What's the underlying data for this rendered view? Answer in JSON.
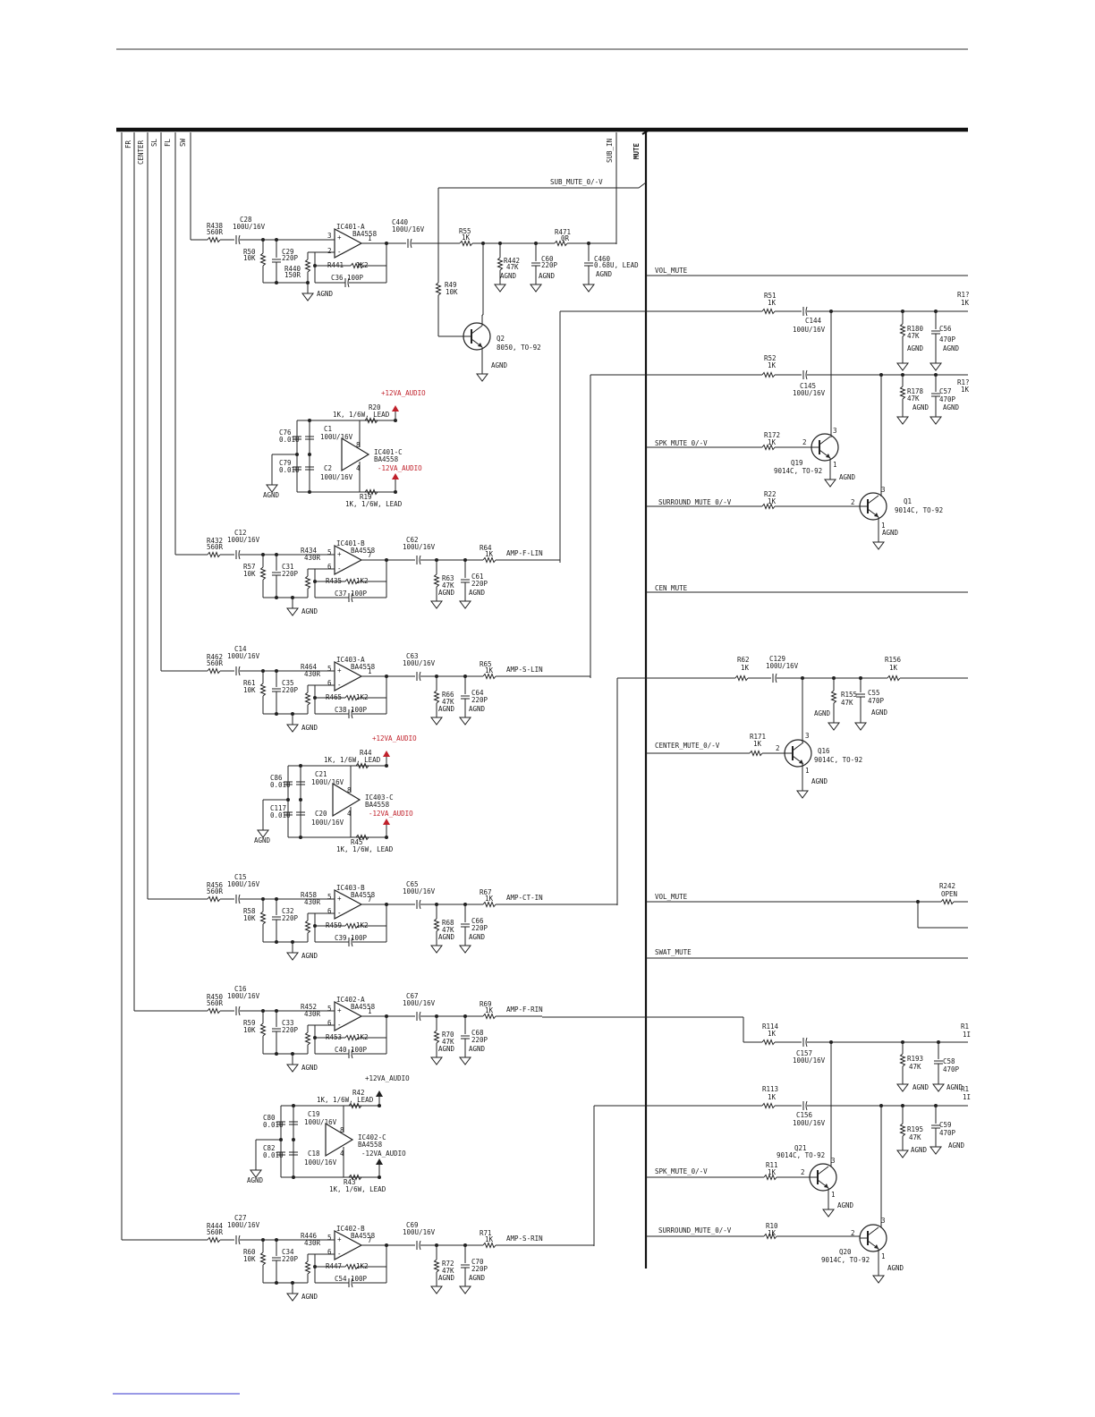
{
  "bus_lines": [
    "FR",
    "CENTER",
    "SL",
    "FL",
    "SW",
    "SUB_IN",
    "MUTE"
  ],
  "nets": {
    "sub_mute": "SUB_MUTE_0/-V",
    "vol_mute": "VOL_MUTE",
    "spk_mute": "SPK_MUTE_0/-V",
    "surround_mute": "SURROUND_MUTE_0/-V",
    "cen_mute": "CEN_MUTE",
    "center_mute": "CENTER_MUTE_0/-V",
    "swat_mute": "SWAT_MUTE",
    "amp_f_lin": "AMP-F-LIN",
    "amp_s_lin": "AMP-S-LIN",
    "amp_ct_in": "AMP-CT-IN",
    "amp_f_rin": "AMP-F-RIN",
    "amp_s_rin": "AMP-S-RIN",
    "agnd": "AGND",
    "vpos": "+12VA_AUDIO",
    "vneg": "-12VA_AUDIO"
  },
  "channels": [
    {
      "cin": "C28",
      "cinv": "100U/16V",
      "rin": "R438",
      "rinv": "560R",
      "rg": "R50",
      "rgv": "10K",
      "cg": "C29",
      "cgv": "220P",
      "ic": "IC401-A",
      "pin": "1",
      "fb": "R441",
      "fbv": "1K2",
      "cf": "C36",
      "cfv": "100P",
      "ri": "R440",
      "riv": "150R",
      "cout": "C440",
      "coutv": "100U/16V",
      "rd": "R442",
      "rdv": "47K",
      "cd": "C60",
      "cdv": "220P",
      "rs": "R55",
      "rsv": "1K",
      "out": ""
    },
    {
      "cin": "C12",
      "cinv": "100U/16V",
      "rin": "R432",
      "rinv": "560R",
      "rg": "R57",
      "rgv": "10K",
      "cg": "C31",
      "cgv": "220P",
      "ic": "IC401-B",
      "pin": "7",
      "fb": "R435",
      "fbv": "1K2",
      "cf": "C37",
      "cfv": "100P",
      "ri": "R434",
      "riv": "430R",
      "cout": "C62",
      "coutv": "100U/16V",
      "rd": "R63",
      "rdv": "47K",
      "cd": "C61",
      "cdv": "220P",
      "rs": "R64",
      "rsv": "1K",
      "out": "AMP-F-LIN"
    },
    {
      "cin": "C14",
      "cinv": "100U/16V",
      "rin": "R462",
      "rinv": "560R",
      "rg": "R61",
      "rgv": "10K",
      "cg": "C35",
      "cgv": "220P",
      "ic": "IC403-A",
      "pin": "1",
      "fb": "R465",
      "fbv": "1K2",
      "cf": "C38",
      "cfv": "100P",
      "ri": "R464",
      "riv": "430R",
      "cout": "C63",
      "coutv": "100U/16V",
      "rd": "R66",
      "rdv": "47K",
      "cd": "C64",
      "cdv": "220P",
      "rs": "R65",
      "rsv": "1K",
      "out": "AMP-S-LIN"
    },
    {
      "cin": "C15",
      "cinv": "100U/16V",
      "rin": "R456",
      "rinv": "560R",
      "rg": "R58",
      "rgv": "10K",
      "cg": "C32",
      "cgv": "220P",
      "ic": "IC403-B",
      "pin": "7",
      "fb": "R459",
      "fbv": "1K2",
      "cf": "C39",
      "cfv": "100P",
      "ri": "R458",
      "riv": "430R",
      "cout": "C65",
      "coutv": "100U/16V",
      "rd": "R68",
      "rdv": "47K",
      "cd": "C66",
      "cdv": "220P",
      "rs": "R67",
      "rsv": "1K",
      "out": "AMP-CT-IN"
    },
    {
      "cin": "C16",
      "cinv": "100U/16V",
      "rin": "R450",
      "rinv": "560R",
      "rg": "R59",
      "rgv": "10K",
      "cg": "C33",
      "cgv": "220P",
      "ic": "IC402-A",
      "pin": "1",
      "fb": "R453",
      "fbv": "1K2",
      "cf": "C40",
      "cfv": "100P",
      "ri": "R452",
      "riv": "430R",
      "cout": "C67",
      "coutv": "100U/16V",
      "rd": "R70",
      "rdv": "47K",
      "cd": "C68",
      "cdv": "220P",
      "rs": "R69",
      "rsv": "1K",
      "out": "AMP-F-RIN"
    },
    {
      "cin": "C27",
      "cinv": "100U/16V",
      "rin": "R444",
      "rinv": "560R",
      "rg": "R60",
      "rgv": "10K",
      "cg": "C34",
      "cgv": "220P",
      "ic": "IC402-B",
      "pin": "7",
      "fb": "R447",
      "fbv": "1K2",
      "cf": "C54",
      "cfv": "100P",
      "ri": "R446",
      "riv": "430R",
      "cout": "C69",
      "coutv": "100U/16V",
      "rd": "R72",
      "rdv": "47K",
      "cd": "C70",
      "cdv": "220P",
      "rs": "R71",
      "rsv": "1K",
      "out": "AMP-S-RIN"
    }
  ],
  "supplies": [
    {
      "ca": "C76",
      "cav": "0.01U",
      "cb": "C79",
      "cbv": "0.01U",
      "c1": "C1",
      "c1v": "100U/16V",
      "c2": "C2",
      "c2v": "100U/16V",
      "ic": "IC401-C",
      "part": "BA4558",
      "ra": "R20",
      "rav": "1K, 1/6W, LEAD",
      "rb": "R19",
      "rbv": "1K, 1/6W, LEAD"
    },
    {
      "ca": "C86",
      "cav": "0.01U",
      "cb": "C117",
      "cbv": "0.01U",
      "c1": "C21",
      "c1v": "100U/16V",
      "c2": "C20",
      "c2v": "100U/16V",
      "ic": "IC403-C",
      "part": "BA4558",
      "ra": "R44",
      "rav": "1K, 1/6W, LEAD",
      "rb": "R45",
      "rbv": "1K, 1/6W, LEAD"
    },
    {
      "ca": "C80",
      "cav": "0.01U",
      "cb": "C82",
      "cbv": "0.01U",
      "c1": "C19",
      "c1v": "100U/16V",
      "c2": "C18",
      "c2v": "100U/16V",
      "ic": "IC402-C",
      "part": "BA4558",
      "ra": "R42",
      "rav": "1K, 1/6W, LEAD",
      "rb": "R43",
      "rbv": "1K, 1/6W, LEAD"
    }
  ],
  "opamp_part": "BA4558",
  "opamp_pins": {
    "pos": "+",
    "neg": "-"
  },
  "sub_parts": {
    "r471": "R471",
    "r471v": "0R",
    "c460": "C460",
    "c460v": "0.68U, LEAD",
    "r49": "R49",
    "r49v": "10K",
    "q2": "Q2",
    "q2v": "8050, TO-92"
  },
  "right_parts": {
    "r51": "R51",
    "r51v": "1K",
    "c144": "C144",
    "c144v": "100U/16V",
    "r180": "R180",
    "r180v": "47K",
    "c56": "C56",
    "c56v": "470P",
    "r17a": "R1?",
    "r17av": "1K",
    "r52": "R52",
    "r52v": "1K",
    "c145": "C145",
    "c145v": "100U/16V",
    "r178": "R178",
    "r178v": "47K",
    "c57": "C57",
    "c57v": "470P",
    "r17b": "R1?",
    "r17bv": "1K",
    "r172": "R172",
    "r172v": "1K",
    "q19": "Q19",
    "q19v": "9014C, TO-92",
    "r22": "R22",
    "r22v": "1K",
    "q1": "Q1",
    "q1v": "9014C, TO-92",
    "r62": "R62",
    "r62v": "1K",
    "c129": "C129",
    "c129v": "100U/16V",
    "r155": "R155",
    "r155v": "47K",
    "c55": "C55",
    "c55v": "470P",
    "r156": "R156",
    "r156v": "1K",
    "r171": "R171",
    "r171v": "1K",
    "q16": "Q16",
    "q16v": "9014C, TO-92",
    "r242": "R242",
    "r242v": "OPEN",
    "r114": "R114",
    "r114v": "1K",
    "c157": "C157",
    "c157v": "100U/16V",
    "r193": "R193",
    "r193v": "47K",
    "c58": "C58",
    "c58v": "470P",
    "r1a": "R1",
    "r1av": "1I",
    "r113": "R113",
    "r113v": "1K",
    "c156": "C156",
    "c156v": "100U/16V",
    "r195": "R195",
    "r195v": "47K",
    "c59": "C59",
    "c59v": "470P",
    "r1b": "R1",
    "r1bv": "1I",
    "q21": "Q21",
    "q21v": "9014C, TO-92",
    "r11": "R11",
    "r11v": "1K",
    "r10": "R10",
    "r10v": "1K",
    "q20": "Q20",
    "q20v": "9014C, TO-92"
  },
  "pin_nums": {
    "p1": "1",
    "p2": "2",
    "p3": "3",
    "p4": "4",
    "p5": "5",
    "p6": "6",
    "p7": "7",
    "p8": "8"
  }
}
